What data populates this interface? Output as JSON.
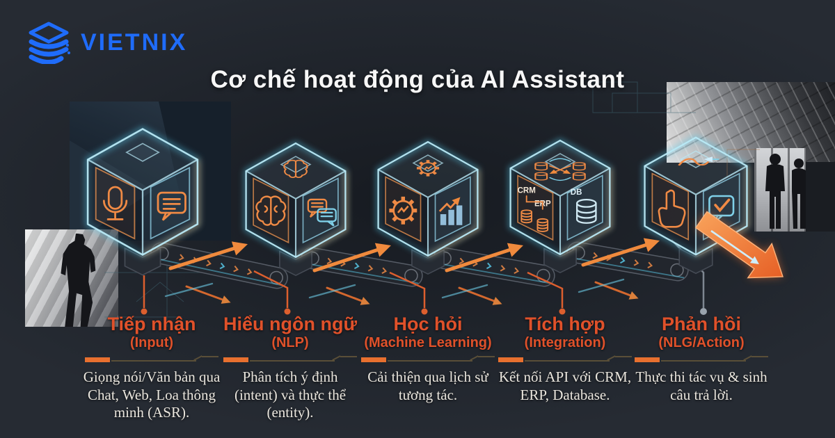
{
  "logo": {
    "text": "VIETNIX",
    "icon": "vietnix-layers-icon",
    "color": "#1f6cfa"
  },
  "title": "Cơ chế hoạt động của AI Assistant",
  "colors": {
    "background": "#262b33",
    "heading_orange": "#e0512a",
    "accent_orange": "#ef8a45",
    "accent_cyan": "#8fdcf2",
    "body_text": "#eae6de",
    "logo_blue": "#1f6cfa"
  },
  "steps": [
    {
      "title": "Tiếp nhận",
      "subtitle": "(Input)",
      "description": "Giọng nói/Văn bản qua Chat, Web, Loa thông minh (ASR).",
      "icons": [
        "microphone-icon",
        "chat-bubble-icon"
      ]
    },
    {
      "title": "Hiểu ngôn ngữ",
      "subtitle": "(NLP)",
      "description": "Phân tích ý định (intent) và thực thể (entity).",
      "icons": [
        "brain-icon",
        "chat-bubbles-icon"
      ]
    },
    {
      "title": "Học hỏi",
      "subtitle": "(Machine Learning)",
      "description": "Cải thiện qua lịch sử tương tác.",
      "icons": [
        "gear-icon",
        "growth-chart-icon"
      ]
    },
    {
      "title": "Tích hợp",
      "subtitle": "(Integration)",
      "description": "Kết nối API với CRM, ERP, Database.",
      "icons": [
        "database-sync-icon",
        "database-icon"
      ],
      "face_labels": {
        "left_top": "CRM",
        "left_bottom": "ERP",
        "right": "DB"
      }
    },
    {
      "title": "Phản hồi",
      "subtitle": "(NLG/Action)",
      "description": "Thực thi tác vụ & sinh câu trả lời.",
      "icons": [
        "pointing-hand-icon",
        "check-bubble-icon"
      ]
    }
  ]
}
